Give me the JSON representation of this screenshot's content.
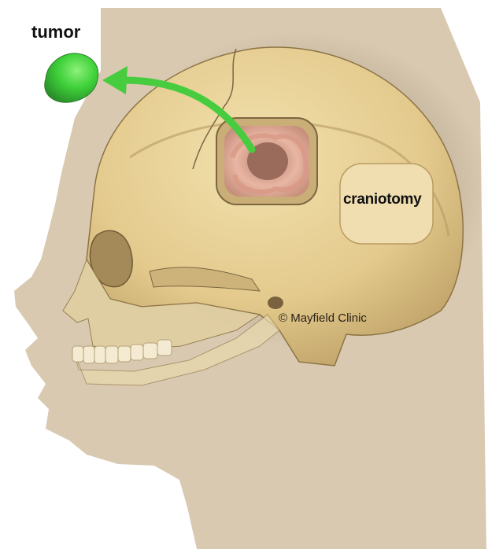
{
  "labels": {
    "tumor": "tumor",
    "craniotomy": "craniotomy",
    "credit": "© Mayfield Clinic"
  },
  "colors": {
    "head_silhouette": "#d9c9b0",
    "skull_bone": "#e6cf94",
    "skull_shadow": "#a98f5a",
    "bone_flap": "#f1deb0",
    "tumor_green": "#3fd13a",
    "arrow_green": "#47cc3f",
    "brain_pink": "#eebcaa"
  }
}
